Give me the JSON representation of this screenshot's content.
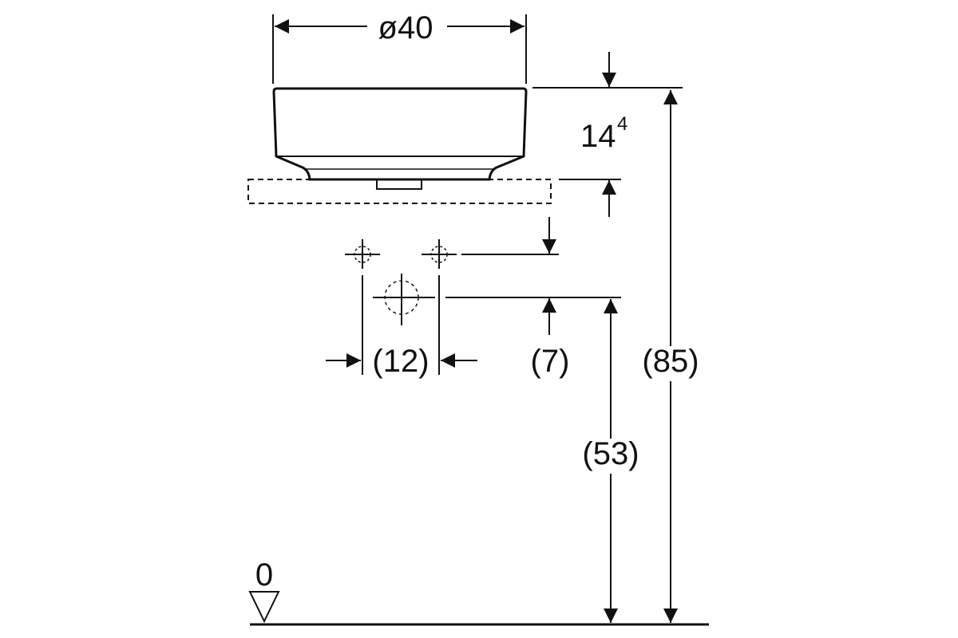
{
  "diagram": {
    "type": "technical dimension drawing",
    "line_color": "#111111",
    "background": "#ffffff",
    "labels": {
      "diameter": "ø40",
      "basin_height_main": "14",
      "basin_height_sup": "4",
      "tap_spacing": "(12)",
      "tap_offset": "(7)",
      "drain_height": "(53)",
      "total_height": "(85)",
      "floor_level": "0"
    }
  }
}
